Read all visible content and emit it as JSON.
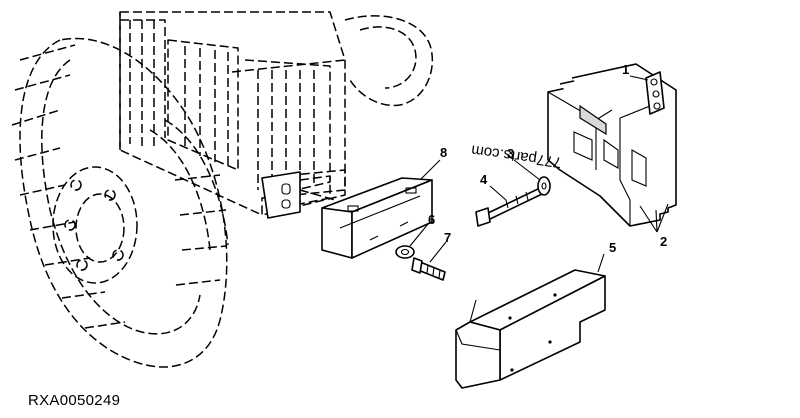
{
  "figure_id": "RXA0050249",
  "watermark": "777parts.com",
  "callouts": {
    "c1": "1",
    "c2": "2",
    "c3": "3",
    "c4": "4",
    "c5": "5",
    "c6": "6",
    "c7": "7",
    "c8": "8"
  }
}
